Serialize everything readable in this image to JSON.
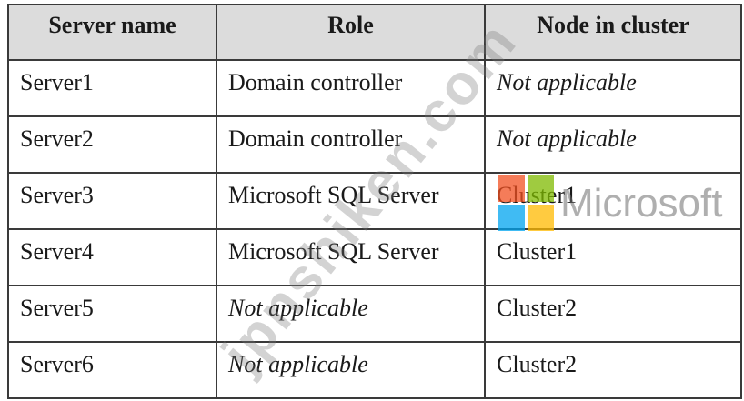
{
  "table": {
    "headers": [
      "Server name",
      "Role",
      "Node in cluster"
    ],
    "rows": [
      [
        "Server1",
        "Domain controller",
        "Not applicable"
      ],
      [
        "Server2",
        "Domain controller",
        "Not applicable"
      ],
      [
        "Server3",
        "Microsoft SQL Server",
        "Cluster1"
      ],
      [
        "Server4",
        "Microsoft SQL Server",
        "Cluster1"
      ],
      [
        "Server5",
        "Not applicable",
        "Cluster2"
      ],
      [
        "Server6",
        "Not applicable",
        "Cluster2"
      ]
    ]
  },
  "watermark": {
    "site_text": "jpnshiken.com",
    "logo_text": "Microsoft",
    "logo_colors": [
      "#f25022",
      "#7fba00",
      "#00a4ef",
      "#ffb900"
    ]
  }
}
